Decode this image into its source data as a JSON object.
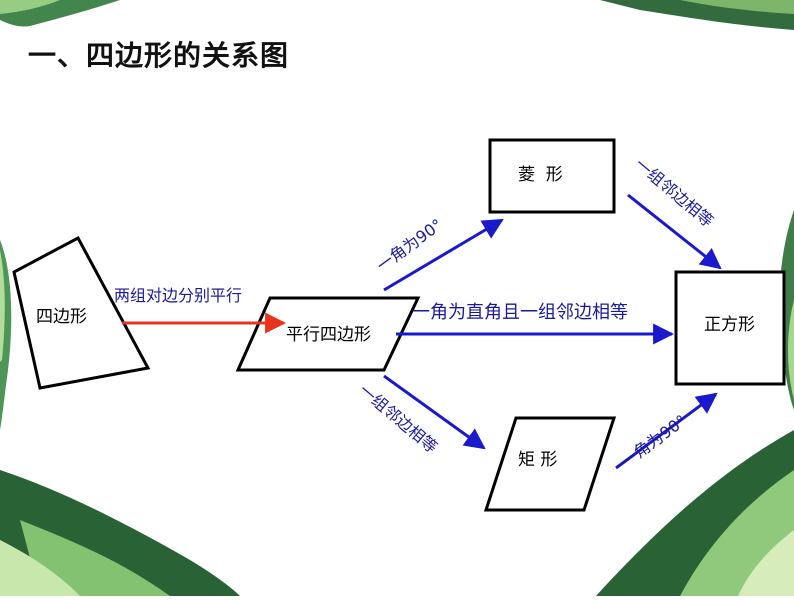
{
  "title": "一、四边形的关系图",
  "nodes": {
    "quadrilateral": "四边形",
    "parallelogram": "平行四边形",
    "rhombus": "菱  形",
    "rectangle": "矩 形",
    "square": "正方形"
  },
  "edges": {
    "quad_to_para": "两组对边分别平行",
    "para_to_rhombus": "一角为90°",
    "rhombus_to_square": "一组邻边相等",
    "para_to_square": "一角为直角且一组邻边相等",
    "para_to_rect": "一组邻边相等",
    "rect_to_square": "一角为90°"
  },
  "colors": {
    "blue_arrow": "#1a1acc",
    "red_arrow": "#e8341c",
    "label_text": "#1a1a99",
    "leaf_dark": "#1e5a2a",
    "leaf_light": "#7dbf6a"
  }
}
